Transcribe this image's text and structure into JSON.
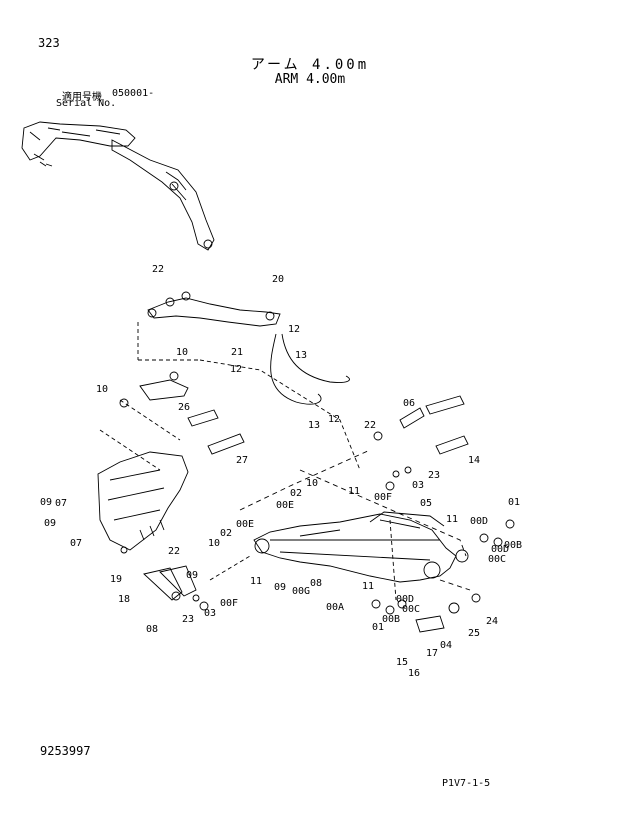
{
  "header": {
    "page_number": "323",
    "title_jp": "アーム 4.00m",
    "title_en": "ARM 4.00m",
    "serial_label_jp": "適用号機",
    "serial_label_en": "Serial No.",
    "serial_value": "050001-"
  },
  "footer": {
    "doc_number": "9253997",
    "page_ref": "P1V7-1-5"
  },
  "callouts": [
    "22",
    "20",
    "21",
    "12",
    "12",
    "13",
    "10",
    "10",
    "26",
    "27",
    "13",
    "12",
    "22",
    "06",
    "23",
    "03",
    "14",
    "09",
    "07",
    "09",
    "07",
    "00F",
    "02",
    "00E",
    "10",
    "11",
    "05",
    "11",
    "01",
    "00D",
    "00D",
    "00B",
    "00C",
    "02",
    "00E",
    "10",
    "22",
    "19",
    "09",
    "18",
    "23",
    "03",
    "00F",
    "08",
    "11",
    "09",
    "00G",
    "08",
    "00A",
    "11",
    "00D",
    "00C",
    "00B",
    "01",
    "25",
    "24",
    "04",
    "17",
    "16",
    "15"
  ]
}
